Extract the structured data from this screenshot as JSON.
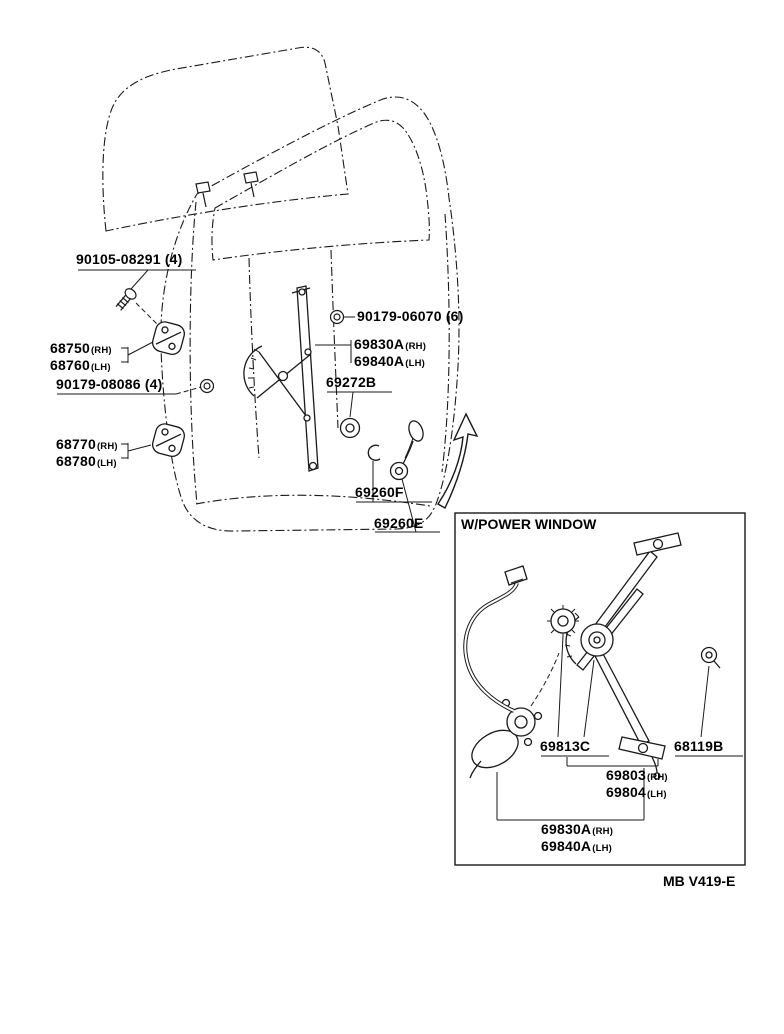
{
  "figure": {
    "power_window_caption": "W/POWER WINDOW",
    "code": "MB V419-E"
  },
  "callouts": {
    "screw": "90105-08291 (4)",
    "upper_hinge_rh": "68750",
    "upper_hinge_rh_side": "(RH)",
    "upper_hinge_lh": "68760",
    "upper_hinge_lh_side": "(LH)",
    "hinge_nut": "90179-08086 (4)",
    "lower_hinge_rh": "68770",
    "lower_hinge_rh_side": "(RH)",
    "lower_hinge_lh": "68780",
    "lower_hinge_lh_side": "(LH)",
    "regulator_nut": "90179-06070 (6)",
    "regulator_rh": "69830A",
    "regulator_rh_side": "(RH)",
    "regulator_lh": "69840A",
    "regulator_lh_side": "(LH)",
    "escutcheon": "69272B",
    "handle_snap_ring": "69260F",
    "window_crank_handle": "69260E",
    "pw_motor": "69813C",
    "pw_clip": "68119B",
    "pw_regulator_sub_rh": "69803",
    "pw_regulator_sub_rh_side": "(RH)",
    "pw_regulator_sub_lh": "69804",
    "pw_regulator_sub_lh_side": "(LH)",
    "pw_regulator_assy_rh": "69830A",
    "pw_regulator_assy_rh_side": "(RH)",
    "pw_regulator_assy_lh": "69840A",
    "pw_regulator_assy_lh_side": "(LH)"
  }
}
